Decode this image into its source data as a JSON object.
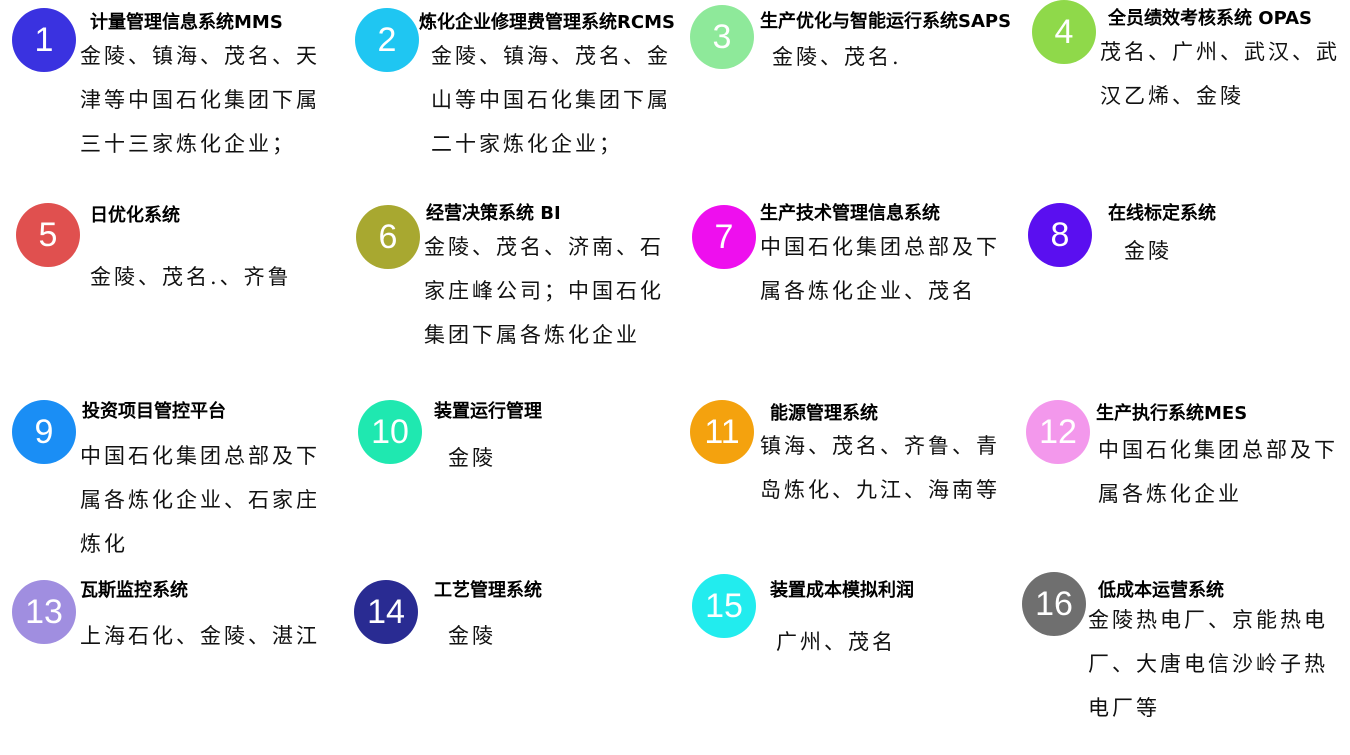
{
  "items": [
    {
      "number": "1",
      "color": "#3a32e0",
      "title": "计量管理信息系统MMS",
      "desc": "金陵、镇海、茂名、天津等中国石化集团下属三十三家炼化企业；"
    },
    {
      "number": "2",
      "color": "#1fc6f2",
      "title": "炼化企业修理费管理系统RCMS",
      "desc": "金陵、镇海、茂名、金山等中国石化集团下属二十家炼化企业；"
    },
    {
      "number": "3",
      "color": "#8ee99a",
      "title": "生产优化与智能运行系统SAPS",
      "desc": "金陵、茂名."
    },
    {
      "number": "4",
      "color": "#8fd94a",
      "title": "全员绩效考核系统 OPAS",
      "desc": "茂名、广州、武汉、武汉乙烯、金陵"
    },
    {
      "number": "5",
      "color": "#e0504f",
      "title": "日优化系统",
      "desc": "金陵、茂名.、齐鲁"
    },
    {
      "number": "6",
      "color": "#a8a830",
      "title": "经营决策系统 BI",
      "desc": "金陵、茂名、济南、石家庄峰公司；中国石化集团下属各炼化企业"
    },
    {
      "number": "7",
      "color": "#ee0fee",
      "title": "生产技术管理信息系统",
      "desc": "中国石化集团总部及下属各炼化企业、茂名"
    },
    {
      "number": "8",
      "color": "#5a0ff0",
      "title": "在线标定系统",
      "desc": "金陵"
    },
    {
      "number": "9",
      "color": "#1a8ef5",
      "title": "投资项目管控平台",
      "desc": "中国石化集团总部及下属各炼化企业、石家庄炼化"
    },
    {
      "number": "10",
      "color": "#1fe8b0",
      "title": "装置运行管理",
      "desc": "金陵"
    },
    {
      "number": "11",
      "color": "#f4a20e",
      "title": "能源管理系统",
      "desc": "镇海、茂名、齐鲁、青岛炼化、九江、海南等"
    },
    {
      "number": "12",
      "color": "#f398ec",
      "title": "生产执行系统MES",
      "desc": "中国石化集团总部及下属各炼化企业"
    },
    {
      "number": "13",
      "color": "#a08ee0",
      "title": "瓦斯监控系统",
      "desc": "上海石化、金陵、湛江"
    },
    {
      "number": "14",
      "color": "#292b92",
      "title": "工艺管理系统",
      "desc": "金陵"
    },
    {
      "number": "15",
      "color": "#22ecee",
      "title": "装置成本模拟利润",
      "desc": "广州、茂名"
    },
    {
      "number": "16",
      "color": "#6f6f6f",
      "title": "低成本运营系统",
      "desc": "金陵热电厂、京能热电厂、大唐电信沙岭子热电厂等"
    }
  ]
}
